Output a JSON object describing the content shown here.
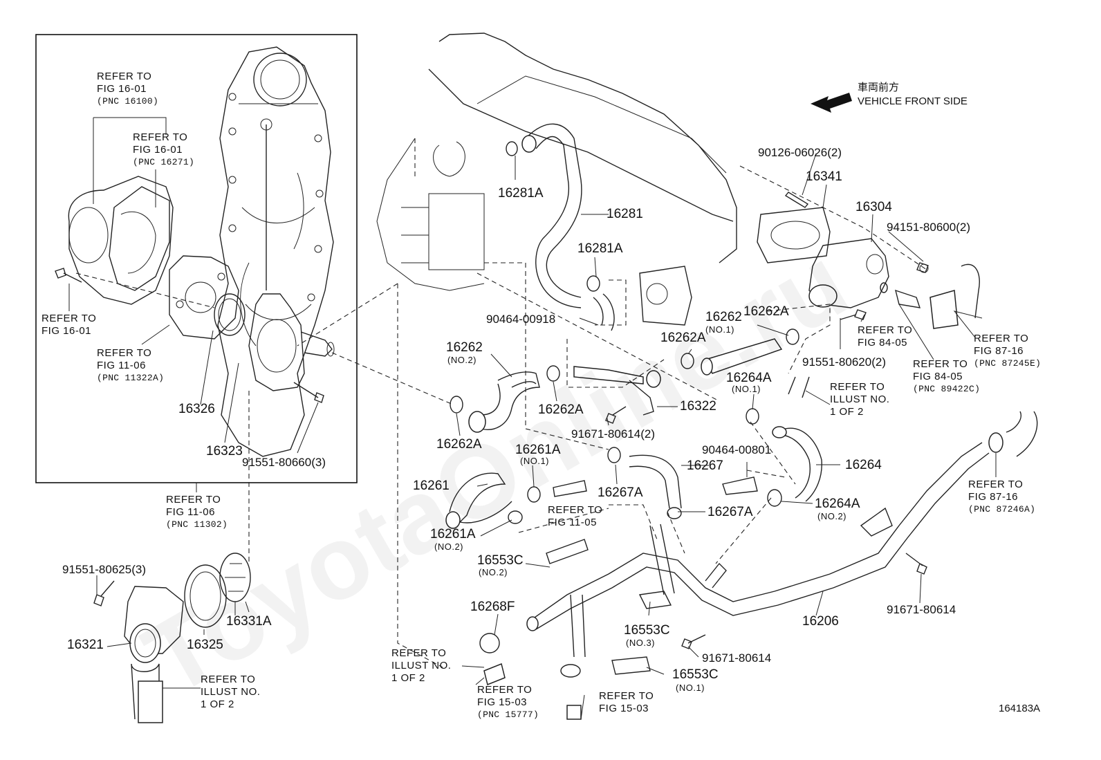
{
  "watermark": "ToyotaOnline.ru",
  "catalog_number": "164183A",
  "direction": {
    "jp": "車両前方",
    "en": "VEHICLE FRONT SIDE"
  },
  "parts": {
    "p16326": "16326",
    "p16323": "16323",
    "p91551_80660": "91551-80660(3)",
    "p91551_80625": "91551-80625(3)",
    "p16321": "16321",
    "p16325": "16325",
    "p16331A": "16331A",
    "p16281A_top": "16281A",
    "p16281": "16281",
    "p16281A_mid": "16281A",
    "p90464_00918": "90464-00918",
    "p16262_no2": "16262",
    "no2_a": "(NO.2)",
    "p16262A_l1": "16262A",
    "p16262A_l2": "16262A",
    "p16262A_r1": "16262A",
    "p16262_no1": "16262",
    "no1_a": "(NO.1)",
    "p16262A_r2": "16262A",
    "p16264A_no1": "16264A",
    "no1_b": "(NO.1)",
    "p16322": "16322",
    "p91671_80614_2": "91671-80614(2)",
    "p16261A_no1": "16261A",
    "no1_c": "(NO.1)",
    "p16261": "16261",
    "p16261A_no2": "16261A",
    "no2_b": "(NO.2)",
    "p16267": "16267",
    "p16267A_a": "16267A",
    "p16267A_b": "16267A",
    "p90464_00801": "90464-00801",
    "p16264": "16264",
    "p16264A_no2": "16264A",
    "no2_c": "(NO.2)",
    "p16553C_no2": "16553C",
    "no2_d": "(NO.2)",
    "p16268F": "16268F",
    "p16553C_no3": "16553C",
    "no3": "(NO.3)",
    "p16553C_no1": "16553C",
    "no1_d": "(NO.1)",
    "p91671_80614_a": "91671-80614",
    "p16206": "16206",
    "p91671_80614_b": "91671-80614",
    "p90126_06026": "90126-06026(2)",
    "p16341": "16341",
    "p16304": "16304",
    "p94151_80600": "94151-80600(2)",
    "p91551_80620": "91551-80620(2)"
  },
  "refs": {
    "r1": [
      "REFER TO",
      "FIG 16-01",
      "(PNC 16100)"
    ],
    "r2": [
      "REFER TO",
      "FIG 16-01",
      "(PNC 16271)"
    ],
    "r3": [
      "REFER TO",
      "FIG 16-01"
    ],
    "r4": [
      "REFER TO",
      "FIG 11-06",
      "(PNC 11322A)"
    ],
    "r5": [
      "REFER TO",
      "FIG 11-06",
      "(PNC 11302)"
    ],
    "r6": [
      "REFER TO",
      "ILLUST NO.",
      "1 OF 2"
    ],
    "r7": [
      "REFER TO",
      "FIG 11-05"
    ],
    "r8": [
      "REFER TO",
      "ILLUST NO.",
      "1 OF 2"
    ],
    "r9": [
      "REFER TO",
      "FIG 15-03",
      "(PNC 15777)"
    ],
    "r10": [
      "REFER TO",
      "FIG 15-03"
    ],
    "r11": [
      "REFER TO",
      "FIG 84-05"
    ],
    "r12": [
      "REFER TO",
      "FIG 84-05",
      "(PNC 89422C)"
    ],
    "r13": [
      "REFER TO",
      "FIG 87-16",
      "(PNC 87245E)"
    ],
    "r14": [
      "REFER TO",
      "ILLUST NO.",
      "1 OF 2"
    ],
    "r15": [
      "REFER TO",
      "FIG 87-16",
      "(PNC 87246A)"
    ]
  }
}
